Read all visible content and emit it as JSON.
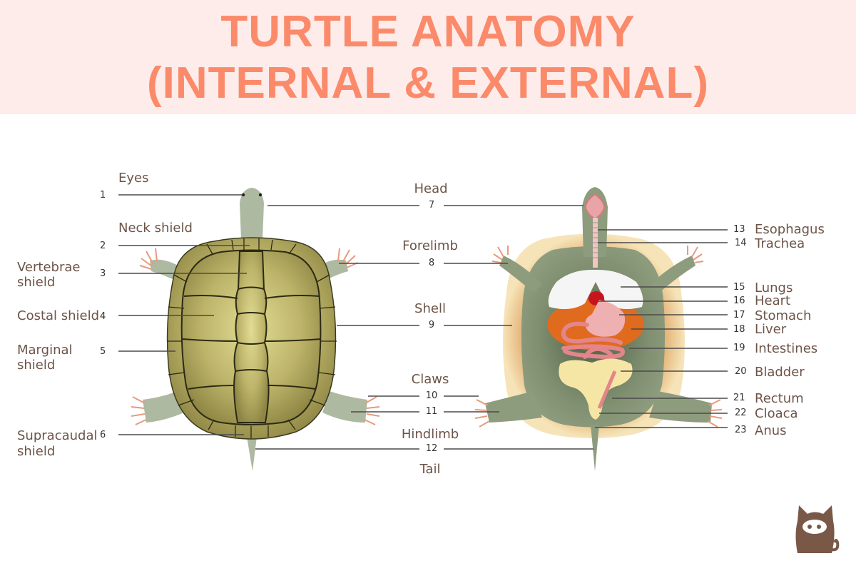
{
  "header": {
    "title_line1": "TURTLE ANATOMY",
    "title_line2": "(INTERNAL & EXTERNAL)",
    "title_color": "#fb8a6b",
    "banner_color": "#fdecea"
  },
  "external": {
    "left_labels": [
      {
        "num": "1",
        "label": "Eyes"
      },
      {
        "num": "2",
        "label": "Neck shield"
      },
      {
        "num": "3",
        "label_l1": "Vertebrae",
        "label_l2": "shield"
      },
      {
        "num": "4",
        "label": "Costal shield"
      },
      {
        "num": "5",
        "label_l1": "Marginal",
        "label_l2": "shield"
      },
      {
        "num": "6",
        "label_l1": "Supracaudal",
        "label_l2": "shield"
      }
    ]
  },
  "shared": {
    "center_labels": [
      {
        "num": "7",
        "label": "Head"
      },
      {
        "num": "8",
        "label": "Forelimb"
      },
      {
        "num": "9",
        "label": "Shell"
      },
      {
        "num": "10",
        "label": "Claws"
      },
      {
        "num": "11",
        "label": "Hindlimb"
      },
      {
        "num": "12",
        "label": "Tail"
      }
    ]
  },
  "internal": {
    "right_labels": [
      {
        "num": "13",
        "label": "Esophagus"
      },
      {
        "num": "14",
        "label": "Trachea"
      },
      {
        "num": "15",
        "label": "Lungs"
      },
      {
        "num": "16",
        "label": "Heart"
      },
      {
        "num": "17",
        "label": "Stomach"
      },
      {
        "num": "18",
        "label": "Liver"
      },
      {
        "num": "19",
        "label": "Intestines"
      },
      {
        "num": "20",
        "label": "Bladder"
      },
      {
        "num": "21",
        "label": "Rectum"
      },
      {
        "num": "22",
        "label": "Cloaca"
      },
      {
        "num": "23",
        "label": "Anus"
      }
    ]
  },
  "colors": {
    "shell": "#bdb46a",
    "skin": "#9aa88c",
    "skin_dark": "#7e8f6e",
    "liver": "#e06a1e",
    "intestine": "#e9979b",
    "bladder": "#f6e6a6",
    "lungs": "#f4f4f4",
    "heart": "#c8151c",
    "label_text": "#6d5448"
  },
  "logo": {
    "icon": "cat-mascot-icon"
  }
}
